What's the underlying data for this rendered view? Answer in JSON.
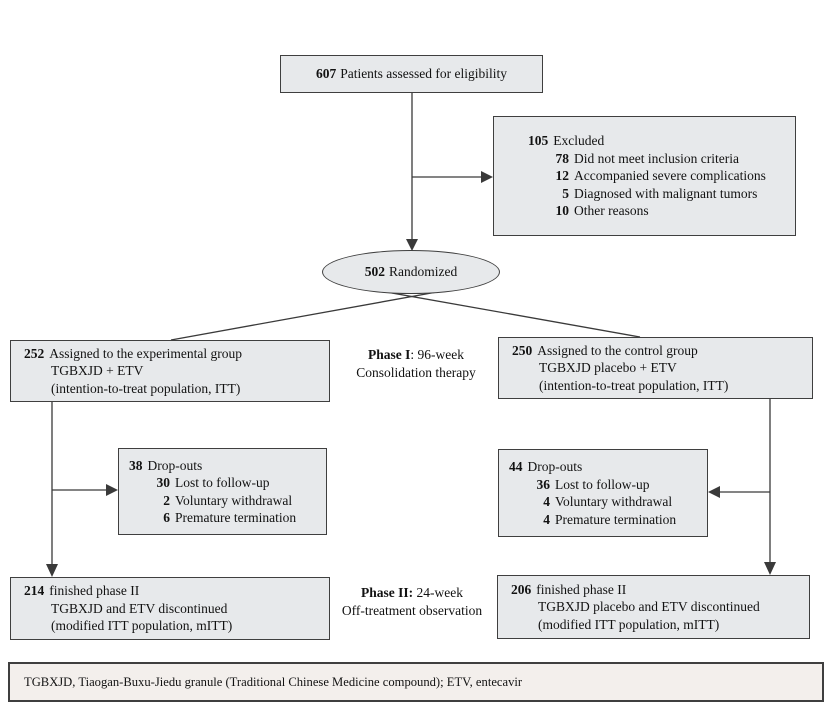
{
  "colors": {
    "box_fill": "#e7e9eb",
    "box_border": "#3f3f3f",
    "legend_fill": "#f3efec",
    "line": "#3a3a3a",
    "text": "#121212"
  },
  "eligibility": {
    "n": "607",
    "label": "Patients assessed for eligibility"
  },
  "excluded": {
    "n": "105",
    "label": "Excluded",
    "reasons": [
      {
        "n": "78",
        "label": "Did not meet inclusion criteria"
      },
      {
        "n": "12",
        "label": "Accompanied severe complications"
      },
      {
        "n": "5",
        "label": "Diagnosed with malignant tumors"
      },
      {
        "n": "10",
        "label": "Other reasons"
      }
    ]
  },
  "randomized": {
    "n": "502",
    "label": "Randomized"
  },
  "experimental": {
    "n": "252",
    "label": "Assigned to the experimental group",
    "line2": "TGBXJD + ETV",
    "line3": "(intention-to-treat population, ITT)"
  },
  "control": {
    "n": "250",
    "label": "Assigned to the control group",
    "line2": "TGBXJD placebo + ETV",
    "line3": "(intention-to-treat population, ITT)"
  },
  "phase1": {
    "bold": "Phase I",
    "rest": ": 96-week",
    "line2": "Consolidation therapy"
  },
  "phase2": {
    "bold": "Phase II:",
    "rest": " 24-week",
    "line2": "Off-treatment observation"
  },
  "dropouts_left": {
    "n": "38",
    "label": "Drop-outs",
    "reasons": [
      {
        "n": "30",
        "label": "Lost to follow-up"
      },
      {
        "n": "2",
        "label": "Voluntary withdrawal"
      },
      {
        "n": "6",
        "label": "Premature termination"
      }
    ]
  },
  "dropouts_right": {
    "n": "44",
    "label": "Drop-outs",
    "reasons": [
      {
        "n": "36",
        "label": "Lost to follow-up"
      },
      {
        "n": "4",
        "label": "Voluntary withdrawal"
      },
      {
        "n": "4",
        "label": "Premature termination"
      }
    ]
  },
  "finished_left": {
    "n": "214",
    "label": "finished phase II",
    "line2": "TGBXJD and ETV discontinued",
    "line3": "(modified ITT population, mITT)"
  },
  "finished_right": {
    "n": "206",
    "label": "finished phase II",
    "line2": "TGBXJD placebo and ETV discontinued",
    "line3": "(modified ITT population, mITT)"
  },
  "legend": {
    "text": "TGBXJD, Tiaogan-Buxu-Jiedu granule (Traditional Chinese Medicine compound); ETV, entecavir"
  }
}
